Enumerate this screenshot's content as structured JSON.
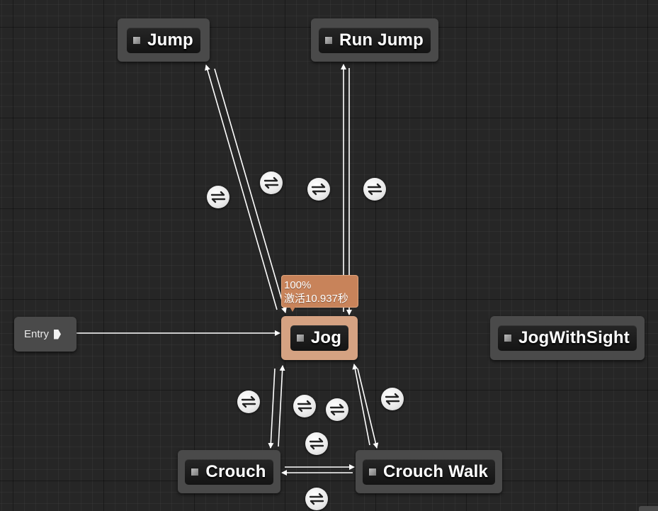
{
  "states": {
    "jump": "Jump",
    "run_jump": "Run Jump",
    "jog": "Jog",
    "jog_with_sight": "JogWithSight",
    "crouch": "Crouch",
    "crouch_walk": "Crouch Walk"
  },
  "entry": {
    "label": "Entry"
  },
  "active_state_tooltip": {
    "weight": "100%",
    "active_time": "激活10.937秒"
  },
  "colors": {
    "active_state": "#d5a282",
    "tooltip": "#c8835a",
    "node": "#4a4a4a",
    "wire": "#ffffff"
  },
  "icons": {
    "state_icon": "state-square-icon",
    "transition_rule_icon": "transition-rule-icon",
    "entry_pin_icon": "entry-arrow-icon"
  }
}
